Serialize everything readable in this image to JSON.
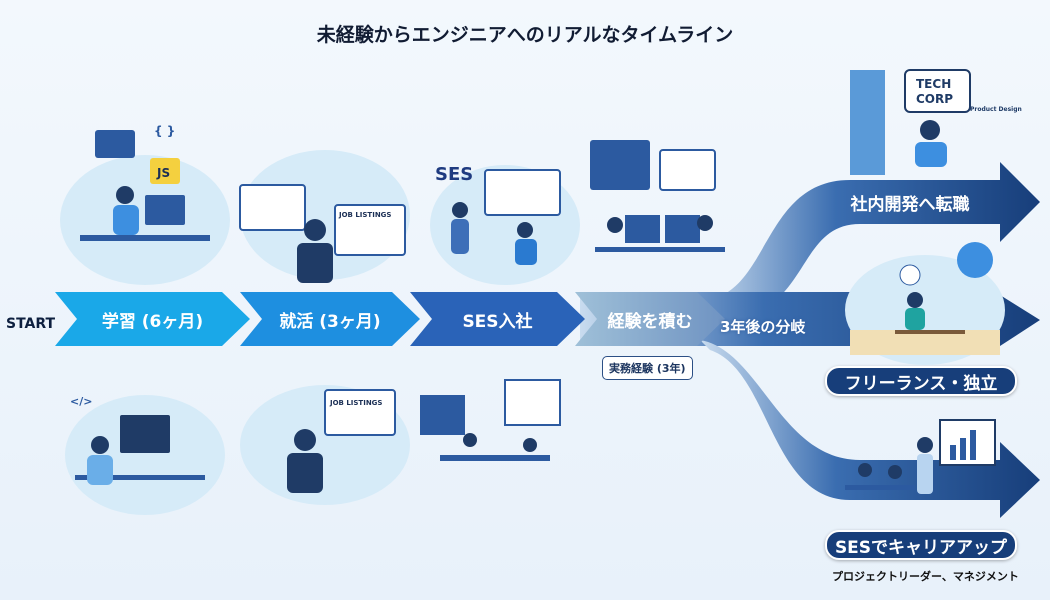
{
  "title": "未経験からエンジニアへのリアルなタイムライン",
  "start_label": "START",
  "steps": [
    {
      "label": "学習 (6ヶ月)"
    },
    {
      "label": "就活 (3ヶ月)"
    },
    {
      "label": "SES入社"
    },
    {
      "label": "経験を積む"
    }
  ],
  "experience_badge": "実務経験 (3年)",
  "branch_label": "3年後の分岐",
  "outcomes": [
    {
      "label": "社内開発へ転職",
      "scene_text": [
        "TECH",
        "CORP",
        "Product Design"
      ]
    },
    {
      "label": "フリーランス・独立"
    },
    {
      "label": "SESでキャリアアップ",
      "sub": "プロジェクトリーダー、マネジメント"
    }
  ],
  "scene_text": {
    "js": "JS",
    "braces": "{ }",
    "code": "</>",
    "ses": "SES",
    "job": "JOB LISTINGS"
  },
  "colors": {
    "step1": "#1aa8e8",
    "step2": "#1e8fe0",
    "step3": "#2a63b8",
    "navy": "#173e7a"
  }
}
